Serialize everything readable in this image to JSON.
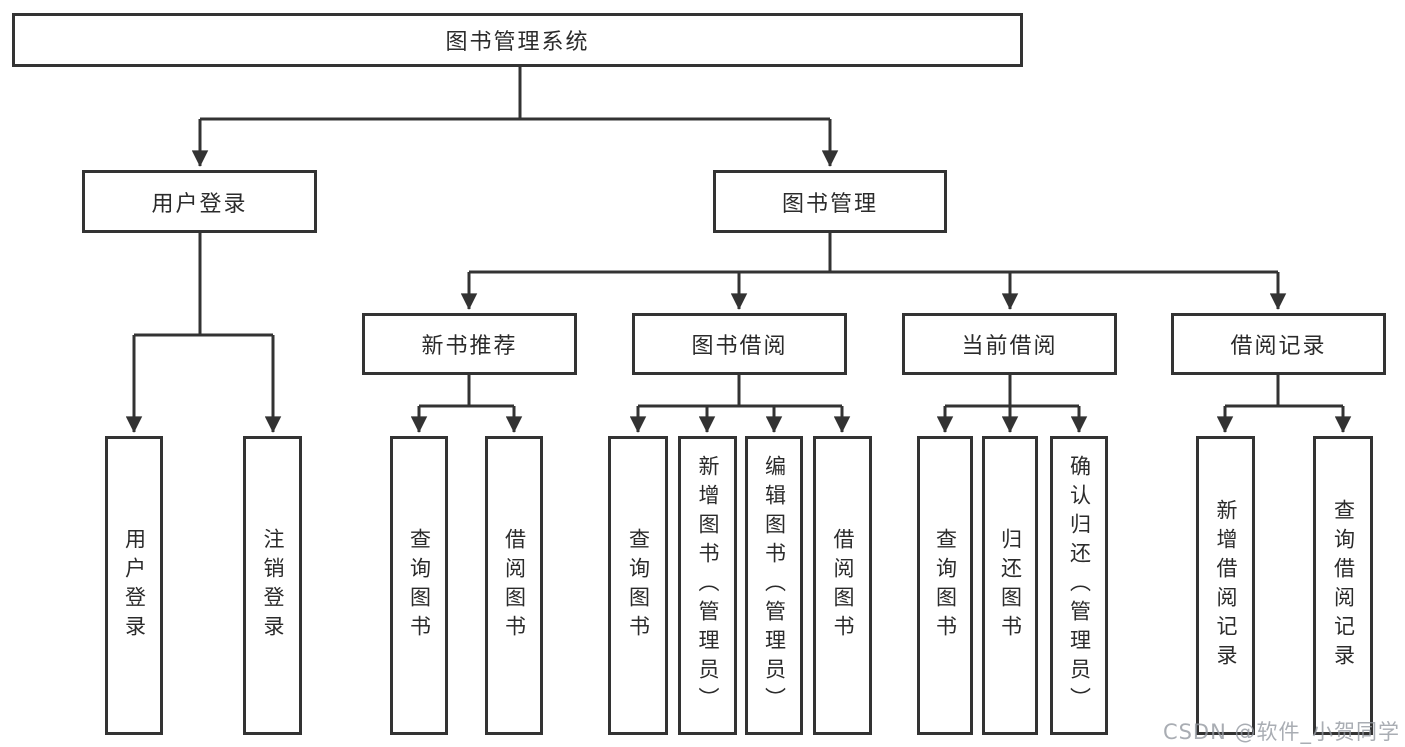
{
  "diagram": {
    "root": {
      "label": "图书管理系统"
    },
    "branches": [
      {
        "label": "用户登录",
        "children": [
          {
            "label": "用户登录"
          },
          {
            "label": "注销登录"
          }
        ]
      },
      {
        "label": "图书管理",
        "children": [
          {
            "label": "新书推荐",
            "children": [
              {
                "label": "查询图书"
              },
              {
                "label": "借阅图书"
              }
            ]
          },
          {
            "label": "图书借阅",
            "children": [
              {
                "label": "查询图书"
              },
              {
                "label": "新增图书（管理员）"
              },
              {
                "label": "编辑图书（管理员）"
              },
              {
                "label": "借阅图书"
              }
            ]
          },
          {
            "label": "当前借阅",
            "children": [
              {
                "label": "查询图书"
              },
              {
                "label": "归还图书"
              },
              {
                "label": "确认归还（管理员）"
              }
            ]
          },
          {
            "label": "借阅记录",
            "children": [
              {
                "label": "新增借阅记录"
              },
              {
                "label": "查询借阅记录"
              }
            ]
          }
        ]
      }
    ]
  },
  "watermark": {
    "text": "CSDN @软件_小贺同学"
  },
  "colors": {
    "line": "#333333",
    "box_border": "#333333",
    "box_fill": "#ffffff",
    "text": "#2b2b2b",
    "watermark": "#9499a0"
  }
}
